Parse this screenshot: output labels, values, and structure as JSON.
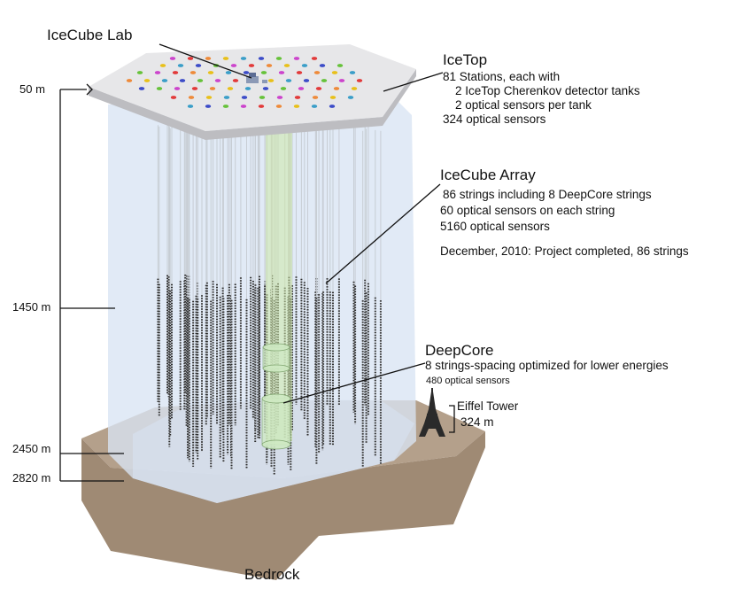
{
  "labels": {
    "icecube_lab": "IceCube Lab",
    "icetop": {
      "title": "IceTop",
      "line1": "81 Stations, each with",
      "line2": "2 IceTop Cherenkov detector tanks",
      "line3": "2 optical sensors per tank",
      "line4": "324 optical sensors"
    },
    "array": {
      "title": "IceCube Array",
      "line1": "86 strings including 8 DeepCore strings",
      "line2": "60 optical sensors on each string",
      "line3": "5160 optical sensors",
      "note": "December, 2010: Project completed, 86 strings"
    },
    "deepcore": {
      "title": "DeepCore",
      "line1": "8 strings-spacing optimized for lower energies",
      "line2": "480 optical sensors"
    },
    "eiffel": {
      "title": "Eiffel Tower",
      "height": "324 m"
    },
    "bedrock": "Bedrock"
  },
  "depths": [
    "50 m",
    "1450 m",
    "2450 m",
    "2820 m"
  ],
  "colors": {
    "surface": "#e7e7e9",
    "surface_edge": "#bdbdc1",
    "ice_volume": "#d8e4f4",
    "bedrock_top": "#b4a08b",
    "bedrock_side": "#9f8a74",
    "string": "#c7cdd4",
    "sensor": "#2c2c2c",
    "core_beam": "#cde7a8",
    "deepcore_cyl": "#cfeac3",
    "station_palette": [
      "#cc44cc",
      "#3c4cc8",
      "#e8c01a",
      "#e23a3a",
      "#66c23a",
      "#3a9ec8",
      "#ee8a3a"
    ]
  }
}
